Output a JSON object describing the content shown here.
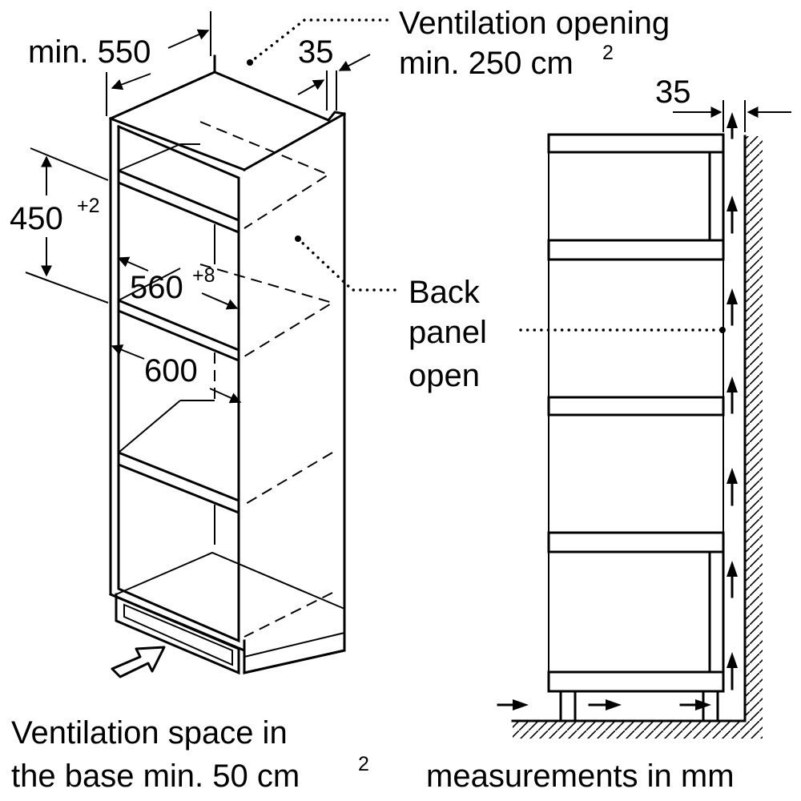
{
  "labels": {
    "depth": "min. 550",
    "gap_top": "35",
    "vent_top_line1": "Ventilation opening",
    "vent_top_line2": "min. 250 cm",
    "vent_top_sup": "2",
    "height": "450",
    "height_sup": "+2",
    "inner_width": "560",
    "inner_width_sup": "+8",
    "outer_width": "600",
    "back_line1": "Back",
    "back_line2": "panel",
    "back_line3": "open",
    "gap_side": "35",
    "vent_base_line1": "Ventilation space in",
    "vent_base_line2": "the base min. 50 cm",
    "vent_base_sup": "2",
    "units": "measurements in mm"
  },
  "icons": {
    "airflow_arrow": "arrow-up",
    "base_inflow_arrow": "outline-arrow-right"
  }
}
